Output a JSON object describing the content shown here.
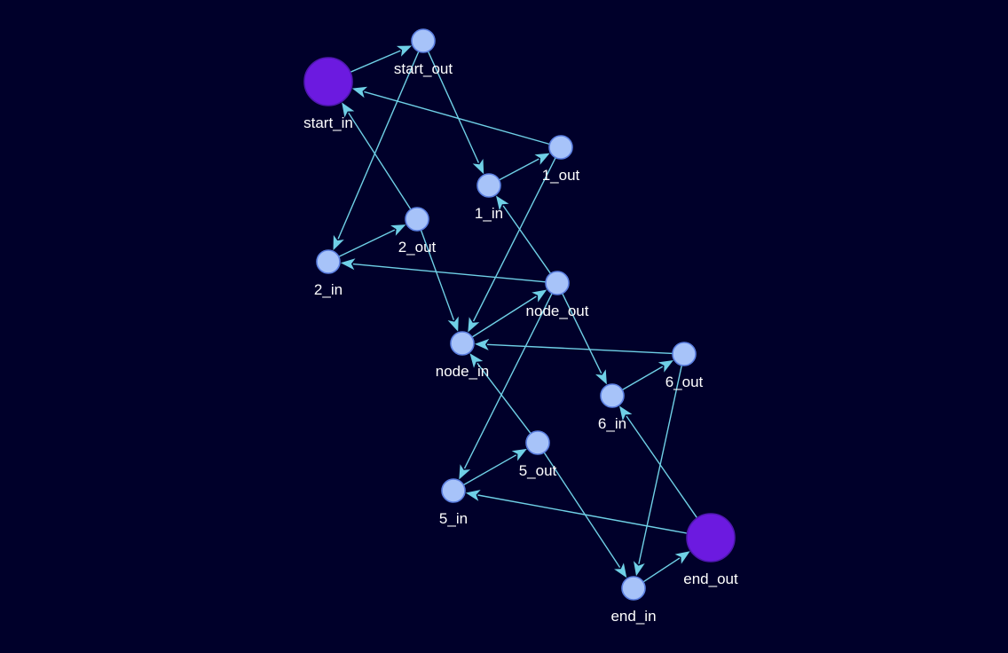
{
  "colors": {
    "background": "#00002a",
    "edge": "#6fd0e6",
    "node_fill": "#a7c3f9",
    "node_stroke": "#5b7fe0",
    "terminal_fill": "#6c1ae0",
    "terminal_stroke": "#4f18b0",
    "label": "#ffffff"
  },
  "nodes": [
    {
      "id": "start_in",
      "label": "start_in",
      "kind": "terminal"
    },
    {
      "id": "start_out",
      "label": "start_out",
      "kind": "normal"
    },
    {
      "id": "1_in",
      "label": "1_in",
      "kind": "normal"
    },
    {
      "id": "1_out",
      "label": "1_out",
      "kind": "normal"
    },
    {
      "id": "2_in",
      "label": "2_in",
      "kind": "normal"
    },
    {
      "id": "2_out",
      "label": "2_out",
      "kind": "normal"
    },
    {
      "id": "node_in",
      "label": "node_in",
      "kind": "normal"
    },
    {
      "id": "node_out",
      "label": "node_out",
      "kind": "normal"
    },
    {
      "id": "5_in",
      "label": "5_in",
      "kind": "normal"
    },
    {
      "id": "5_out",
      "label": "5_out",
      "kind": "normal"
    },
    {
      "id": "6_in",
      "label": "6_in",
      "kind": "normal"
    },
    {
      "id": "6_out",
      "label": "6_out",
      "kind": "normal"
    },
    {
      "id": "end_in",
      "label": "end_in",
      "kind": "normal"
    },
    {
      "id": "end_out",
      "label": "end_out",
      "kind": "terminal"
    }
  ],
  "edges": [
    {
      "from": "start_in",
      "to": "start_out"
    },
    {
      "from": "start_out",
      "to": "1_in"
    },
    {
      "from": "start_out",
      "to": "2_in"
    },
    {
      "from": "1_in",
      "to": "1_out"
    },
    {
      "from": "1_out",
      "to": "start_in"
    },
    {
      "from": "1_out",
      "to": "node_in"
    },
    {
      "from": "2_in",
      "to": "2_out"
    },
    {
      "from": "2_out",
      "to": "start_in"
    },
    {
      "from": "2_out",
      "to": "node_in"
    },
    {
      "from": "node_in",
      "to": "node_out"
    },
    {
      "from": "node_out",
      "to": "2_in"
    },
    {
      "from": "node_out",
      "to": "1_in"
    },
    {
      "from": "node_out",
      "to": "6_in"
    },
    {
      "from": "node_out",
      "to": "5_in"
    },
    {
      "from": "6_in",
      "to": "6_out"
    },
    {
      "from": "6_out",
      "to": "node_in"
    },
    {
      "from": "6_out",
      "to": "end_in"
    },
    {
      "from": "5_in",
      "to": "5_out"
    },
    {
      "from": "5_out",
      "to": "node_in"
    },
    {
      "from": "5_out",
      "to": "end_in"
    },
    {
      "from": "end_in",
      "to": "end_out"
    },
    {
      "from": "end_out",
      "to": "6_in"
    },
    {
      "from": "end_out",
      "to": "5_in"
    }
  ]
}
